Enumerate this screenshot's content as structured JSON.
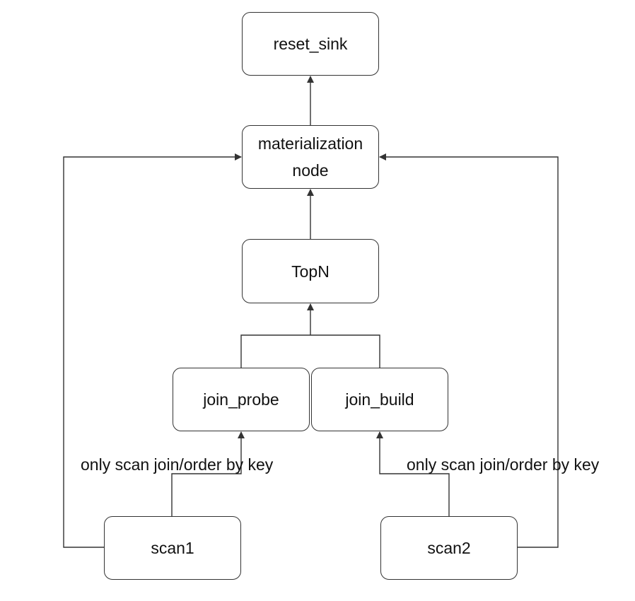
{
  "nodes": {
    "reset_sink": "reset_sink",
    "materialization": "materialization\nnode",
    "topn": "TopN",
    "join_probe": "join_probe",
    "join_build": "join_build",
    "scan1": "scan1",
    "scan2": "scan2"
  },
  "edge_labels": {
    "left": "only scan join/order by key",
    "right": "only scan join/order by key"
  },
  "colors": {
    "stroke": "#333333",
    "text": "#111111"
  }
}
